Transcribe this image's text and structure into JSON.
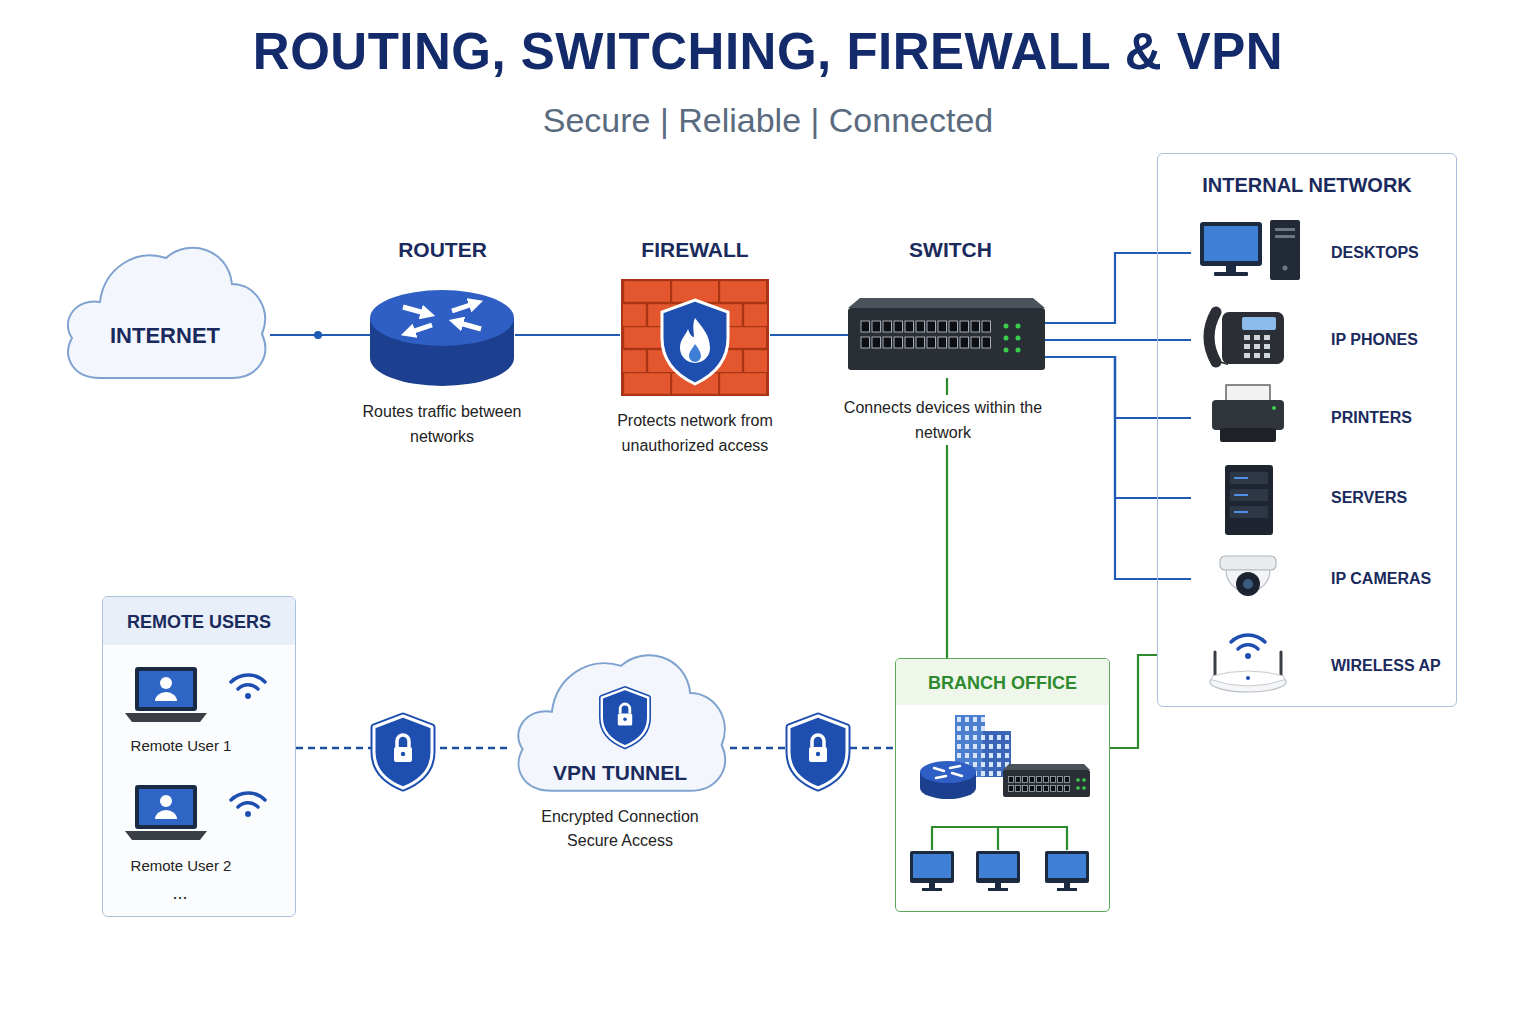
{
  "diagram": {
    "title": "ROUTING, SWITCHING, FIREWALL & VPN",
    "nodes": [
      {
        "text": [
          "INTERNET"
        ]
      },
      {
        "text": [
          "ROUTER",
          "Routes traffic between networks"
        ]
      },
      {
        "text": [
          "FIREWALL",
          "Protects network from unauthorized access"
        ]
      },
      {
        "text": [
          "SWITCH",
          "Connects devices within the network"
        ]
      },
      {
        "text": [
          "INTERNAL NETWORK"
        ]
      },
      {
        "text": [
          "DESKTOPS"
        ],
        "in": 4
      },
      {
        "text": [
          "IP PHONES"
        ],
        "in": 4
      },
      {
        "text": [
          "PRINTERS"
        ],
        "in": 4
      },
      {
        "text": [
          "SERVERS"
        ],
        "in": 4
      },
      {
        "text": [
          "IP CAMERAS"
        ],
        "in": 4
      },
      {
        "text": [
          "WIRELESS AP"
        ],
        "in": 4
      },
      {
        "text": [
          "REMOTE USERS"
        ]
      },
      {
        "text": [
          "Remote User 1"
        ],
        "in": 11
      },
      {
        "text": [
          "Remote User 2"
        ],
        "in": 11
      },
      {
        "text": [
          "VPN TUNNEL",
          "Encrypted Connection Secure Access"
        ]
      },
      {
        "text": [
          "BRANCH OFFICE"
        ]
      }
    ],
    "edges": [
      {
        "from": 0,
        "to": 1,
        "arrow": "none"
      },
      {
        "from": 1,
        "to": 2,
        "arrow": "none"
      },
      {
        "from": 2,
        "to": 3,
        "arrow": "none"
      },
      {
        "from": 3,
        "to": 5,
        "arrow": "none"
      },
      {
        "from": 3,
        "to": 6,
        "arrow": "none"
      },
      {
        "from": 3,
        "to": 7,
        "arrow": "none"
      },
      {
        "from": 3,
        "to": 8,
        "arrow": "none"
      },
      {
        "from": 3,
        "to": 9,
        "arrow": "none"
      },
      {
        "from": 3,
        "to": 15,
        "arrow": "none"
      },
      {
        "from": 15,
        "to": 4,
        "arrow": "none"
      },
      {
        "from": 11,
        "to": 14,
        "arrow": "none"
      },
      {
        "from": 14,
        "to": 15,
        "arrow": "none"
      }
    ],
    "labels": [
      "Secure | Reliable | Connected",
      "..."
    ]
  }
}
